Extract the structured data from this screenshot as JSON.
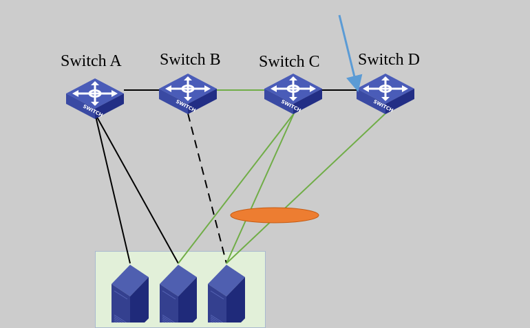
{
  "diagram": {
    "switches": [
      {
        "id": "A",
        "label": "Switch A",
        "icon_text": "SWITCH"
      },
      {
        "id": "B",
        "label": "Switch B",
        "icon_text": "SWITCH"
      },
      {
        "id": "C",
        "label": "Switch C",
        "icon_text": "SWITCH"
      },
      {
        "id": "D",
        "label": "Switch D",
        "icon_text": "SWITCH"
      }
    ],
    "servers": [
      {
        "id": "S1"
      },
      {
        "id": "S2"
      },
      {
        "id": "S3"
      }
    ],
    "links": [
      {
        "from": "A",
        "to": "B",
        "style": "solid",
        "color": "#000000"
      },
      {
        "from": "B",
        "to": "C",
        "style": "solid",
        "color": "#70ad47"
      },
      {
        "from": "C",
        "to": "D",
        "style": "solid",
        "color": "#000000"
      },
      {
        "from": "A",
        "to": "S1",
        "style": "solid",
        "color": "#000000"
      },
      {
        "from": "A",
        "to": "S2",
        "style": "solid",
        "color": "#000000"
      },
      {
        "from": "B",
        "to": "S3",
        "style": "dashed",
        "color": "#000000"
      },
      {
        "from": "C",
        "to": "S2",
        "style": "solid",
        "color": "#70ad47"
      },
      {
        "from": "C",
        "to": "S3",
        "style": "solid",
        "color": "#70ad47"
      },
      {
        "from": "D",
        "to": "S3",
        "style": "solid",
        "color": "#70ad47"
      }
    ],
    "colors": {
      "background": "#cccccc",
      "switch": "#3f51a8",
      "server": "#283593",
      "server_area": "#e2f0d9",
      "arrow": "#5b9bd5",
      "ellipse": "#ed7d31",
      "green_link": "#70ad47"
    }
  }
}
